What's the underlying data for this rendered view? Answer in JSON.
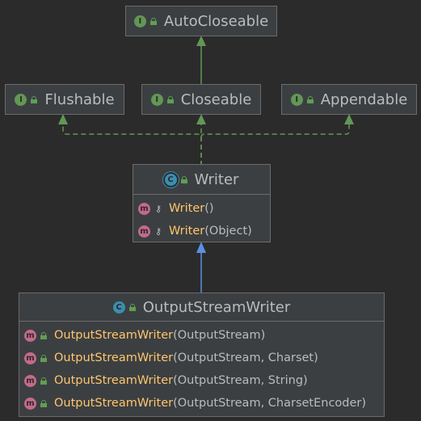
{
  "nodes": {
    "autocloseable": {
      "name": "AutoCloseable",
      "kind": "I"
    },
    "flushable": {
      "name": "Flushable",
      "kind": "I"
    },
    "closeable": {
      "name": "Closeable",
      "kind": "I"
    },
    "appendable": {
      "name": "Appendable",
      "kind": "I"
    },
    "writer": {
      "name": "Writer",
      "kind": "C",
      "members": [
        {
          "name": "Writer",
          "args": "()"
        },
        {
          "name": "Writer",
          "args": "(Object)"
        }
      ]
    },
    "osw": {
      "name": "OutputStreamWriter",
      "kind": "C",
      "members": [
        {
          "name": "OutputStreamWriter",
          "args": "(OutputStream)"
        },
        {
          "name": "OutputStreamWriter",
          "args": "(OutputStream, Charset)"
        },
        {
          "name": "OutputStreamWriter",
          "args": "(OutputStream, String)"
        },
        {
          "name": "OutputStreamWriter",
          "args": "(OutputStream, CharsetEncoder)"
        }
      ]
    }
  },
  "icons": {
    "interface": "I",
    "class": "C",
    "method": "m",
    "key": "⚷"
  },
  "colors": {
    "background": "#2b2b2b",
    "node_fill": "#3c3f41",
    "interface_icon": "#629755",
    "class_icon": "#3a8fb0",
    "method_icon": "#c46a8a",
    "method_name": "#ffc66d",
    "realization_edge": "#629755",
    "inheritance_edge": "#5c8fe0"
  }
}
